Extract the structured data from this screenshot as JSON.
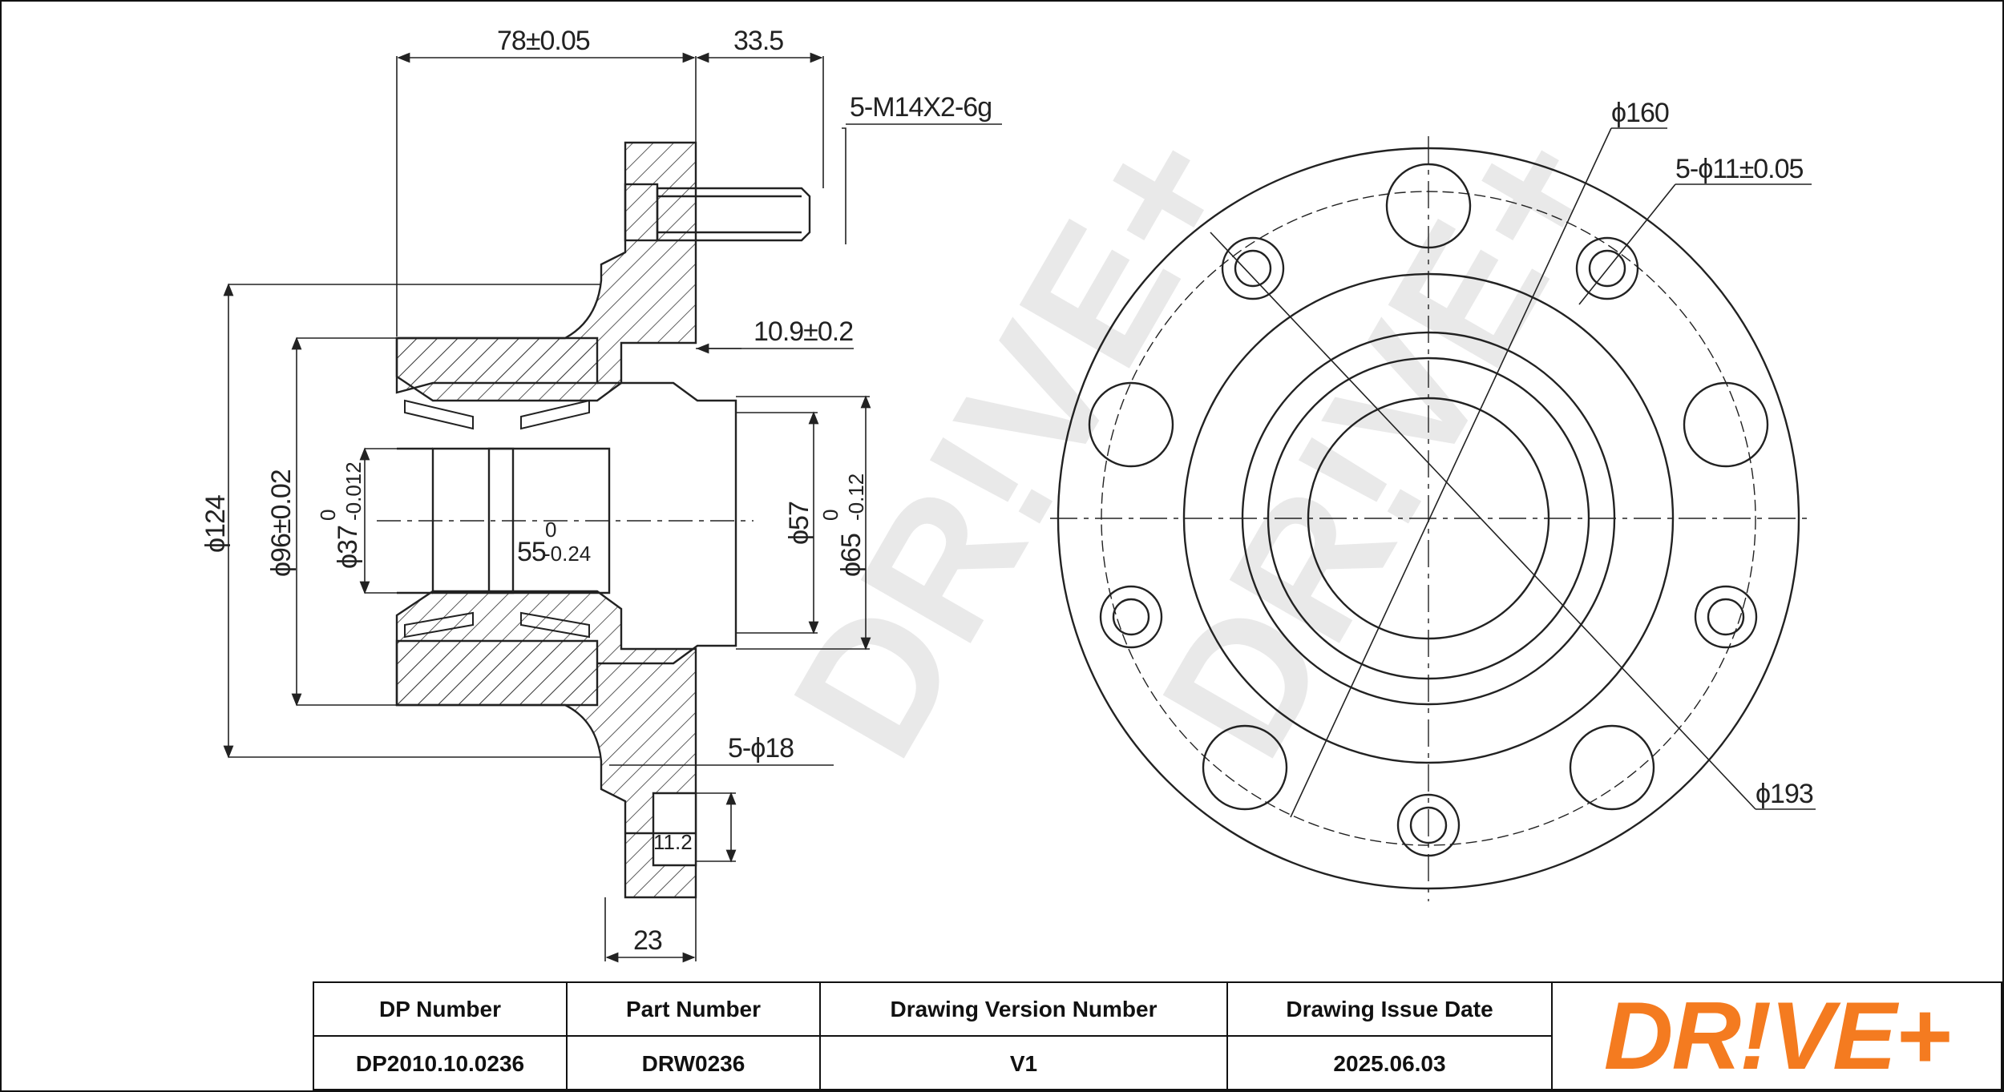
{
  "drawing": {
    "watermark": "DR!VE+",
    "dimensions": {
      "flange_to_face": "78±0.05",
      "stud_length": "33.5",
      "stud_thread": "5-M14X2-6g",
      "hub_pilot": "10.9±0.2",
      "dia_124": "ϕ124",
      "dia_96": "ϕ96±0.02",
      "dia_37_main": "ϕ37",
      "dia_37_tol_upper": "0",
      "dia_37_tol_lower": "-0.012",
      "bore_55_main": "55",
      "bore_55_tol_upper": "0",
      "bore_55_tol_lower": "-0.24",
      "dia_57": "ϕ57",
      "dia_65_main": "ϕ65",
      "dia_65_tol_upper": "0",
      "dia_65_tol_lower": "-0.12",
      "holes_18": "5-ϕ18",
      "depth_11_2": "11.2",
      "flange_thickness": "23",
      "dia_160": "ϕ160",
      "holes_11": "5-ϕ11±0.05",
      "dia_193": "ϕ193"
    }
  },
  "title_block": {
    "headers": {
      "dp_number": "DP Number",
      "part_number": "Part Number",
      "version": "Drawing Version Number",
      "issue_date": "Drawing Issue Date"
    },
    "values": {
      "dp_number": "DP2010.10.0236",
      "part_number": "DRW0236",
      "version": "V1",
      "issue_date": "2025.06.03"
    },
    "logo": "DR!VE+"
  },
  "colors": {
    "line": "#222222",
    "logo": "#f47b20",
    "watermark": "#d8d8d8"
  }
}
